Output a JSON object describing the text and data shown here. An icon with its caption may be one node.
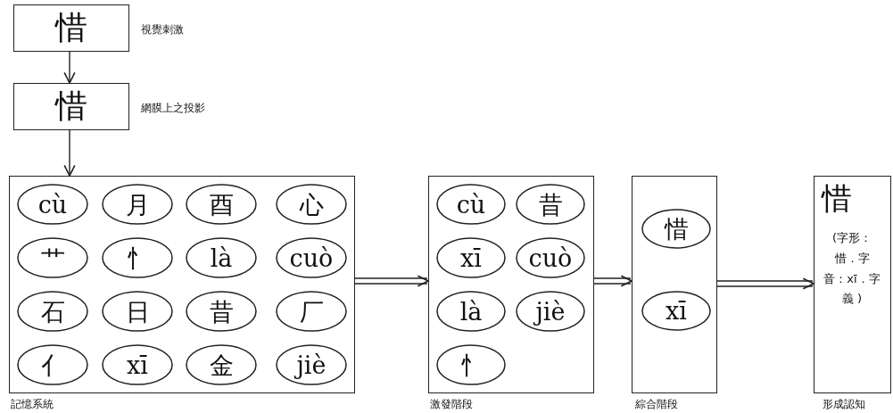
{
  "diagram": {
    "nodes": [
      {
        "text": [
          "惜"
        ],
        "beside": [
          "視覺刺激"
        ]
      },
      {
        "text": [
          "惜"
        ],
        "beside": [
          "網膜上之投影"
        ]
      },
      {
        "text": [],
        "shape": "box",
        "beside": [
          "記憶系統"
        ]
      },
      {
        "text": [
          "cù"
        ],
        "in": 2
      },
      {
        "text": [
          "月"
        ],
        "in": 2
      },
      {
        "text": [
          "酉"
        ],
        "in": 2
      },
      {
        "text": [
          "心"
        ],
        "in": 2
      },
      {
        "text": [
          "艹"
        ],
        "in": 2
      },
      {
        "text": [
          "忄"
        ],
        "in": 2
      },
      {
        "text": [
          "là"
        ],
        "in": 2
      },
      {
        "text": [
          "cuò"
        ],
        "in": 2
      },
      {
        "text": [
          "石"
        ],
        "in": 2
      },
      {
        "text": [
          "日"
        ],
        "in": 2
      },
      {
        "text": [
          "昔"
        ],
        "in": 2
      },
      {
        "text": [
          "厂"
        ],
        "in": 2
      },
      {
        "text": [
          "亻"
        ],
        "in": 2
      },
      {
        "text": [
          "xī"
        ],
        "in": 2
      },
      {
        "text": [
          "金"
        ],
        "in": 2
      },
      {
        "text": [
          "jiè"
        ],
        "in": 2
      },
      {
        "text": [],
        "shape": "box",
        "beside": [
          "激發階段"
        ]
      },
      {
        "text": [
          "cù"
        ],
        "in": 19
      },
      {
        "text": [
          "昔"
        ],
        "in": 19
      },
      {
        "text": [
          "xī"
        ],
        "in": 19
      },
      {
        "text": [
          "cuò"
        ],
        "in": 19
      },
      {
        "text": [
          "là"
        ],
        "in": 19
      },
      {
        "text": [
          "jiè"
        ],
        "in": 19
      },
      {
        "text": [
          "忄"
        ],
        "in": 19
      },
      {
        "text": [],
        "shape": "box",
        "beside": [
          "綜合階段"
        ]
      },
      {
        "text": [
          "惜"
        ],
        "in": 27
      },
      {
        "text": [
          "xī"
        ],
        "in": 27
      },
      {
        "text": [
          "惜",
          "(字形：惜．字音：xī．字義 )"
        ],
        "beside": [
          "形成認知"
        ]
      }
    ],
    "edges": [
      {
        "from": 0,
        "to": 1,
        "arrow": "to"
      },
      {
        "from": 1,
        "to": 2,
        "arrow": "to"
      },
      {
        "from": 2,
        "to": 19,
        "arrow": "to"
      },
      {
        "from": 19,
        "to": 27,
        "arrow": "to"
      },
      {
        "from": 27,
        "to": 30,
        "arrow": "to"
      }
    ]
  }
}
